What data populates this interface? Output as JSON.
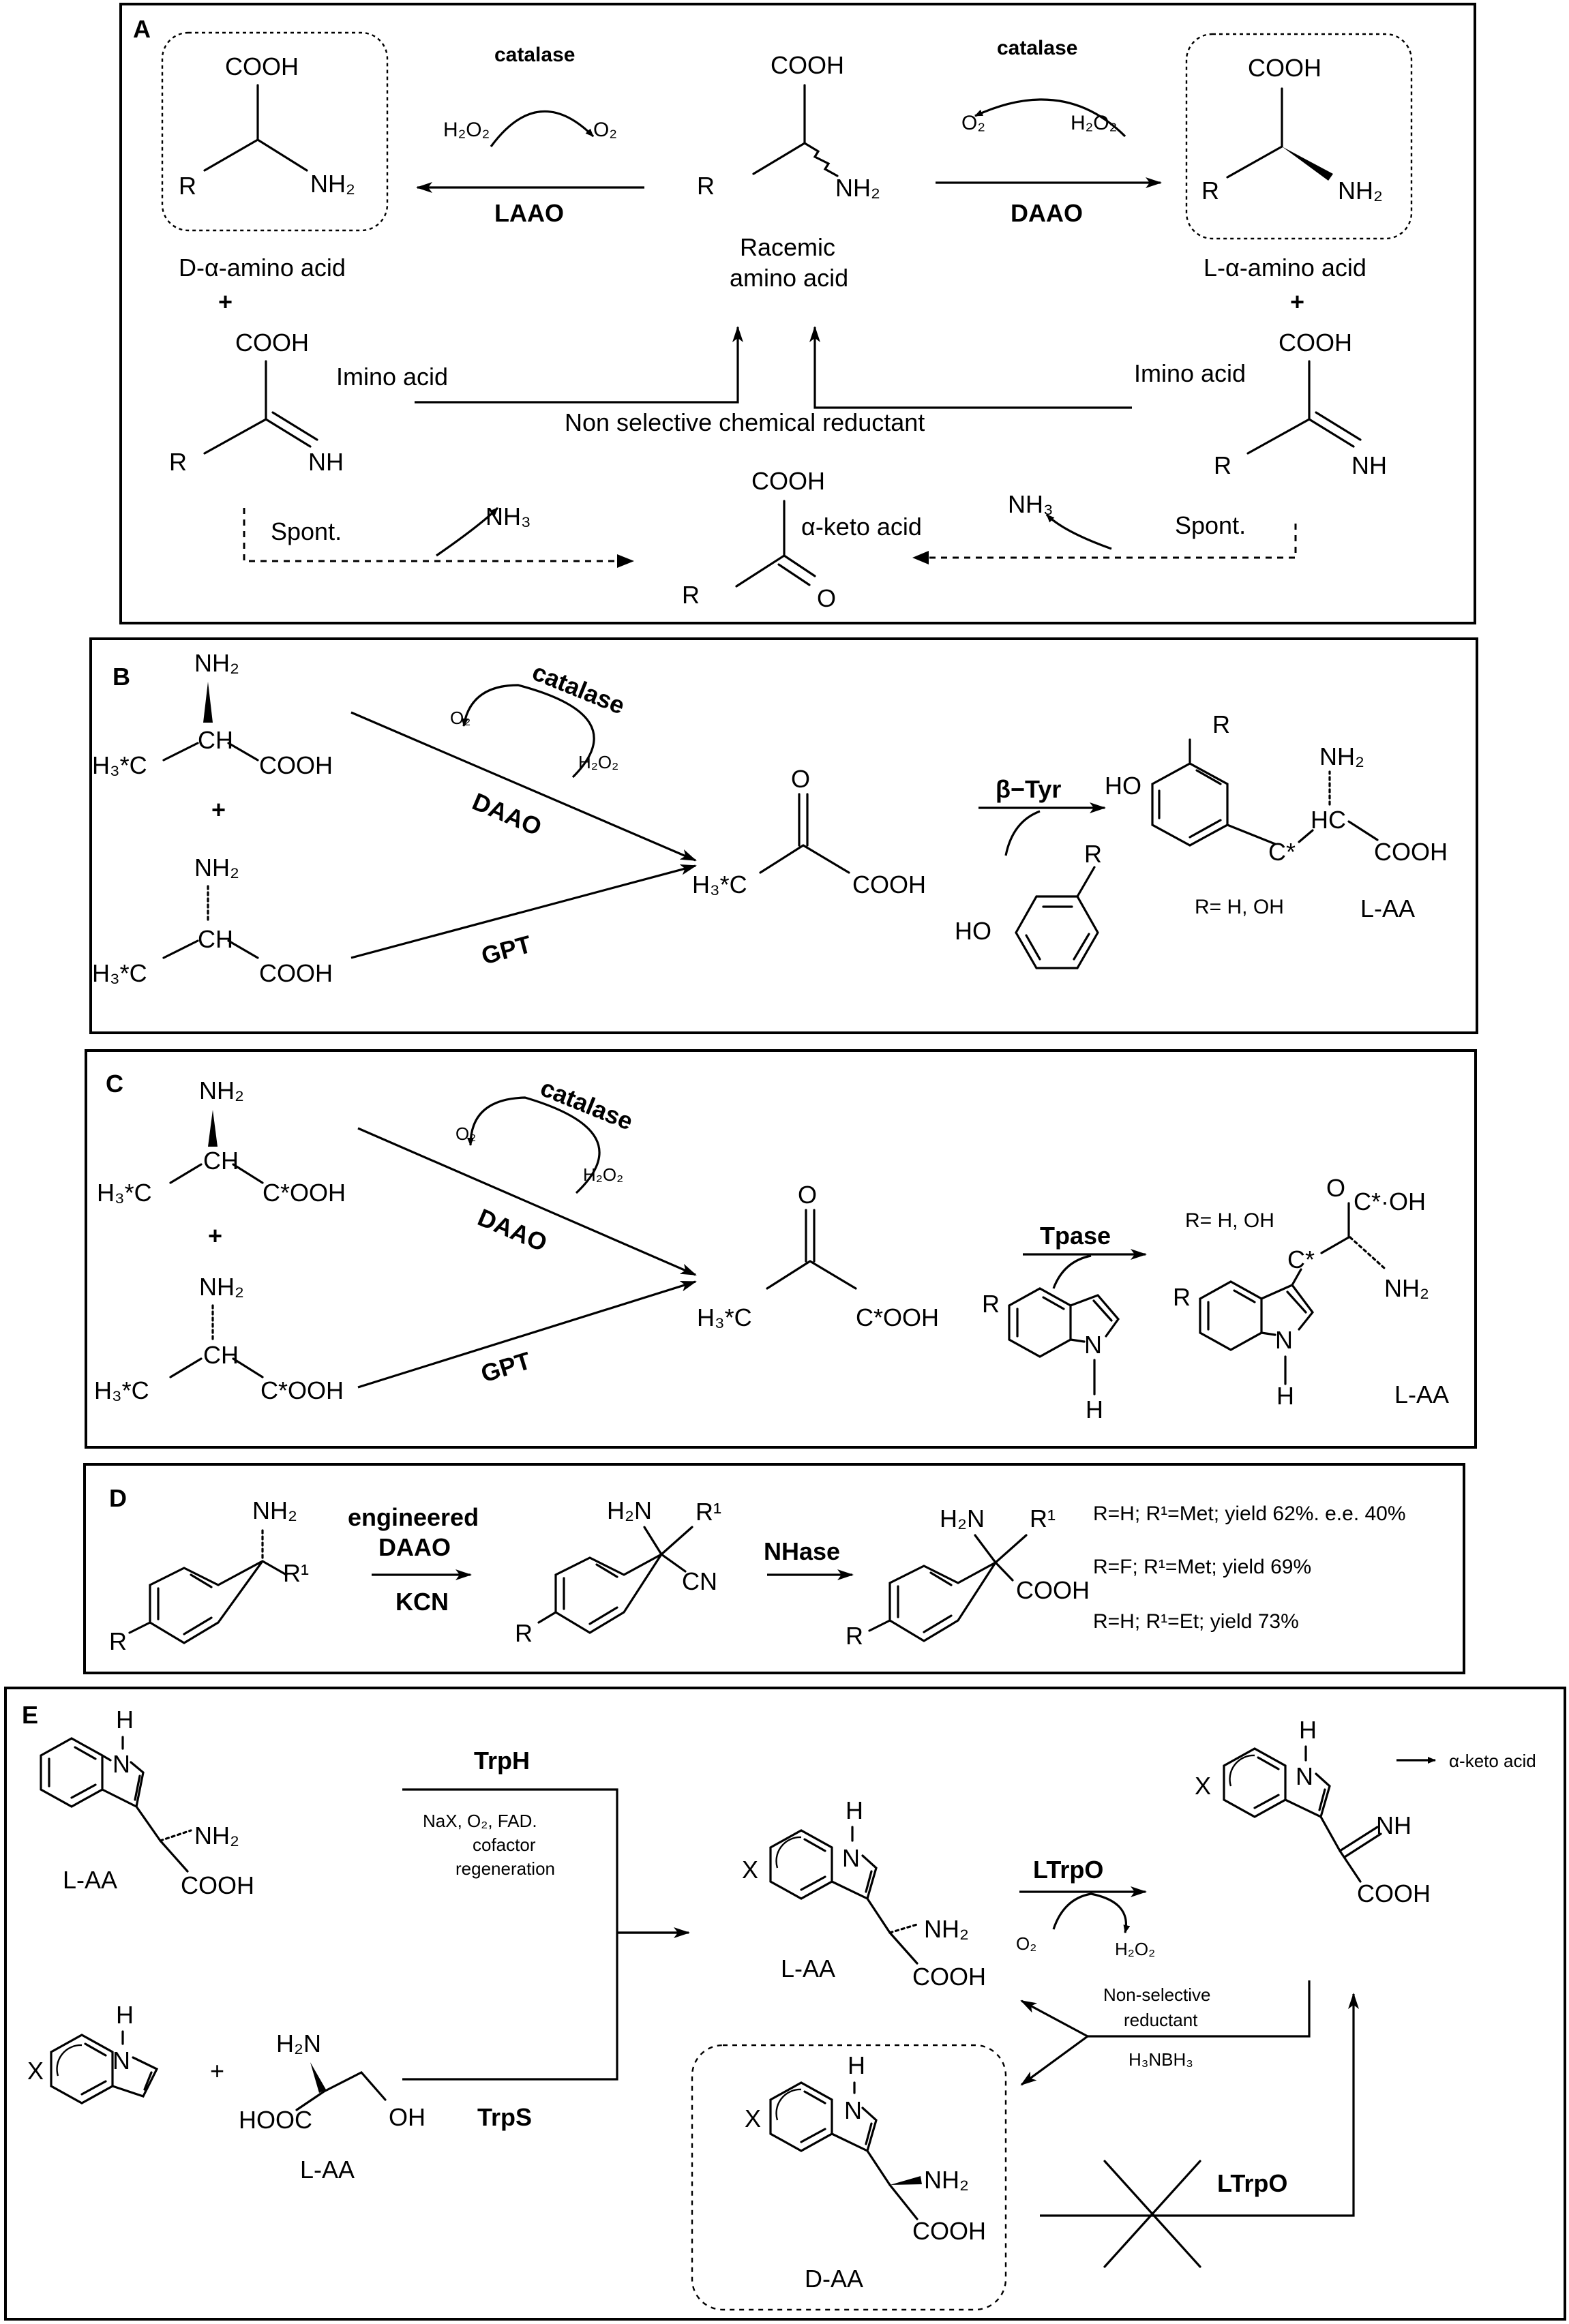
{
  "panels": {
    "a": {
      "letter": "A",
      "cooh": "COOH",
      "r": "R",
      "nh2": "NH₂",
      "nh": "NH",
      "o": "O",
      "catalase": "catalase",
      "h2o2": "H₂O₂",
      "o2": "O₂",
      "nh3": "NH₃",
      "laao": "LAAO",
      "daao": "DAAO",
      "d_amino": "D-α-amino acid",
      "l_amino": "L-α-amino acid",
      "racemic_1": "Racemic",
      "racemic_2": "amino acid",
      "plus": "+",
      "imino": "Imino acid",
      "reductant": "Non selective chemical reductant",
      "spont": "Spont.",
      "keto": "α-keto acid"
    },
    "b": {
      "letter": "B",
      "nh2": "NH₂",
      "ch": "CH",
      "h3c": "H₃*C",
      "cooh": "COOH",
      "plus": "+",
      "catalase": "catalase",
      "o2": "O₂",
      "h2o2": "H₂O₂",
      "daao": "DAAO",
      "gpt": "GPT",
      "o": "O",
      "btyr": "β−Tyr",
      "ho": "HO",
      "r": "R",
      "hc": "HC",
      "cstar": "C*",
      "r_def": "R= H, OH",
      "laa": "L-AA"
    },
    "c": {
      "letter": "C",
      "nh2": "NH₂",
      "ch": "CH",
      "h3c": "H₃*C",
      "cooh": "C*OOH",
      "plus": "+",
      "catalase": "catalase",
      "o2": "O₂",
      "h2o2": "H₂O₂",
      "daao": "DAAO",
      "gpt": "GPT",
      "o": "O",
      "tpase": "Tpase",
      "r_def": "R= H, OH",
      "r": "R",
      "n": "N",
      "h": "H",
      "ocoh": "O",
      "cstar_oh": "C*·OH",
      "cstar": "C*",
      "laa": "L-AA"
    },
    "d": {
      "letter": "D",
      "nh2": "NH₂",
      "r1": "R¹",
      "r": "R",
      "h2n": "H₂N",
      "cn": "CN",
      "cooh": "COOH",
      "engineered": "engineered",
      "daao": "DAAO",
      "kcn": "KCN",
      "nhase": "NHase",
      "result_1": "R=H; R¹=Met; yield 62%. e.e. 40%",
      "result_2": "R=F; R¹=Met; yield 69%",
      "result_3": "R=H; R¹=Et; yield 73%"
    },
    "e": {
      "letter": "E",
      "h": "H",
      "n": "N",
      "nh2": "NH₂",
      "h2n": "H₂N",
      "cooh": "COOH",
      "hooc": "HOOC",
      "oh": "OH",
      "x": "X",
      "nh": "NH",
      "laa": "L-AA",
      "daa": "D-AA",
      "plus": "+",
      "trph": "TrpH",
      "trph_cond_1": "NaX, O₂, FAD.",
      "trph_cond_2": "cofactor",
      "trph_cond_3": "regeneration",
      "trps": "TrpS",
      "ltrpo": "LTrpO",
      "o2": "O₂",
      "h2o2": "H₂O₂",
      "keto": "α-keto acid",
      "nonsel_1": "Non-selective",
      "nonsel_2": "reductant",
      "h3nbh3": "H₃NBH₃"
    }
  }
}
